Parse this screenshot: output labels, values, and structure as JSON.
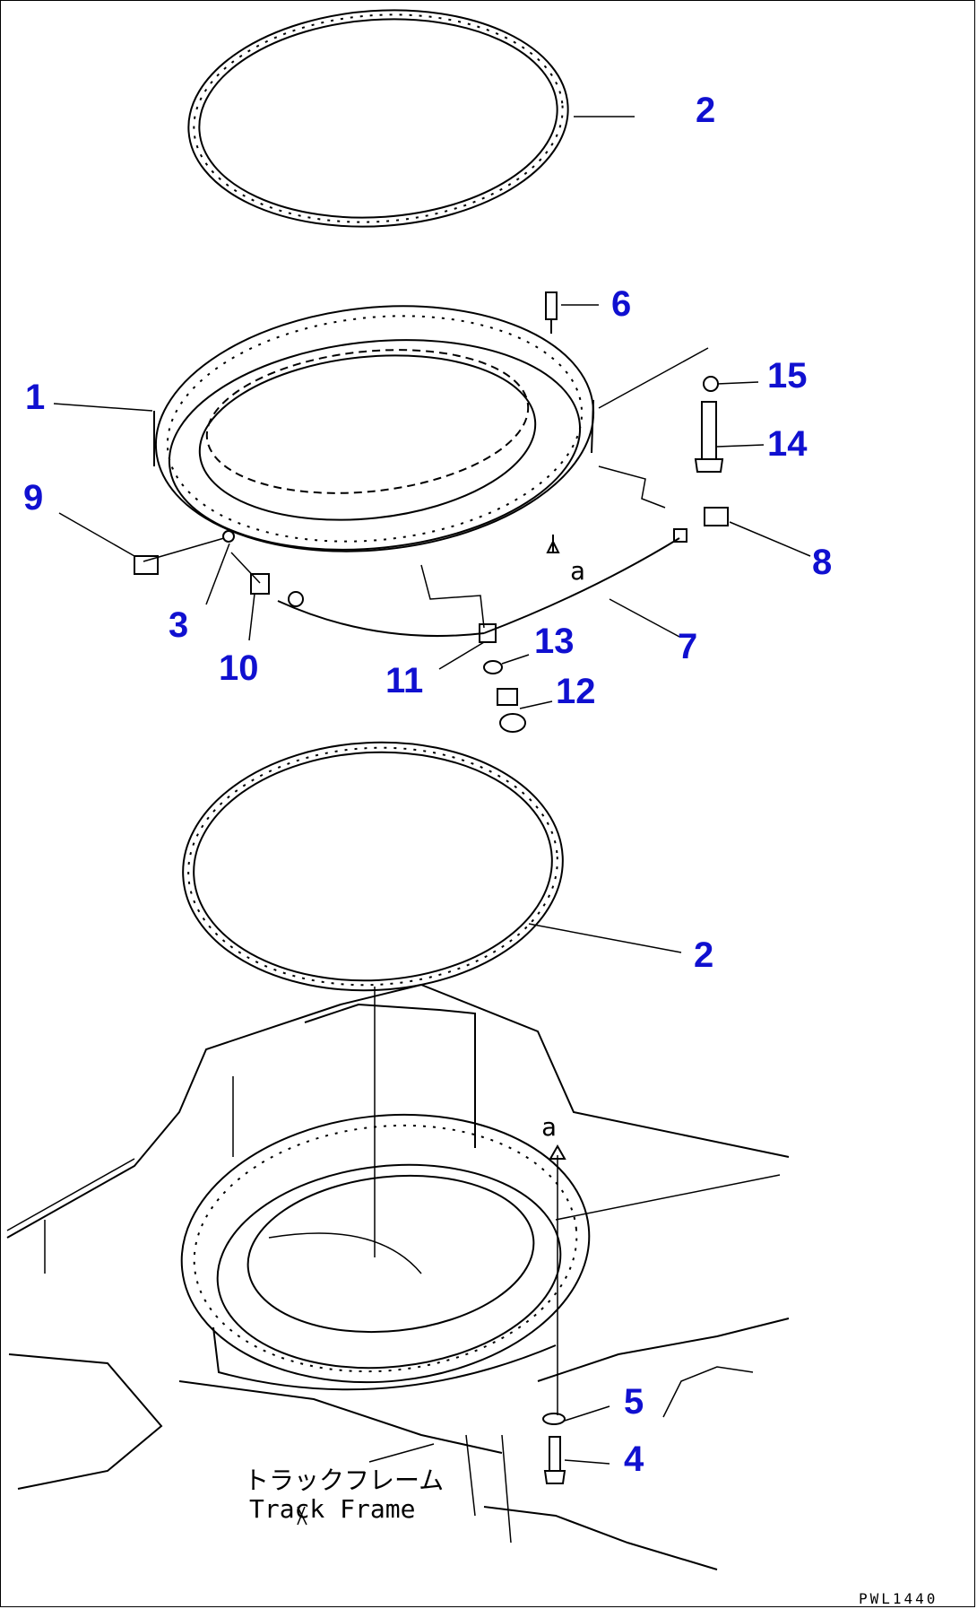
{
  "callouts": {
    "c1": "1",
    "c2_top": "2",
    "c2_bottom": "2",
    "c3": "3",
    "c4": "4",
    "c5": "5",
    "c6": "6",
    "c7": "7",
    "c8": "8",
    "c9": "9",
    "c10": "10",
    "c11": "11",
    "c12": "12",
    "c13": "13",
    "c14": "14",
    "c15": "15"
  },
  "view_marks": {
    "upper": "a",
    "lower": "a"
  },
  "track_frame": {
    "label_jp": "トラックフレーム",
    "label_en": "Track Frame"
  },
  "drawing_code": "PWL1440"
}
